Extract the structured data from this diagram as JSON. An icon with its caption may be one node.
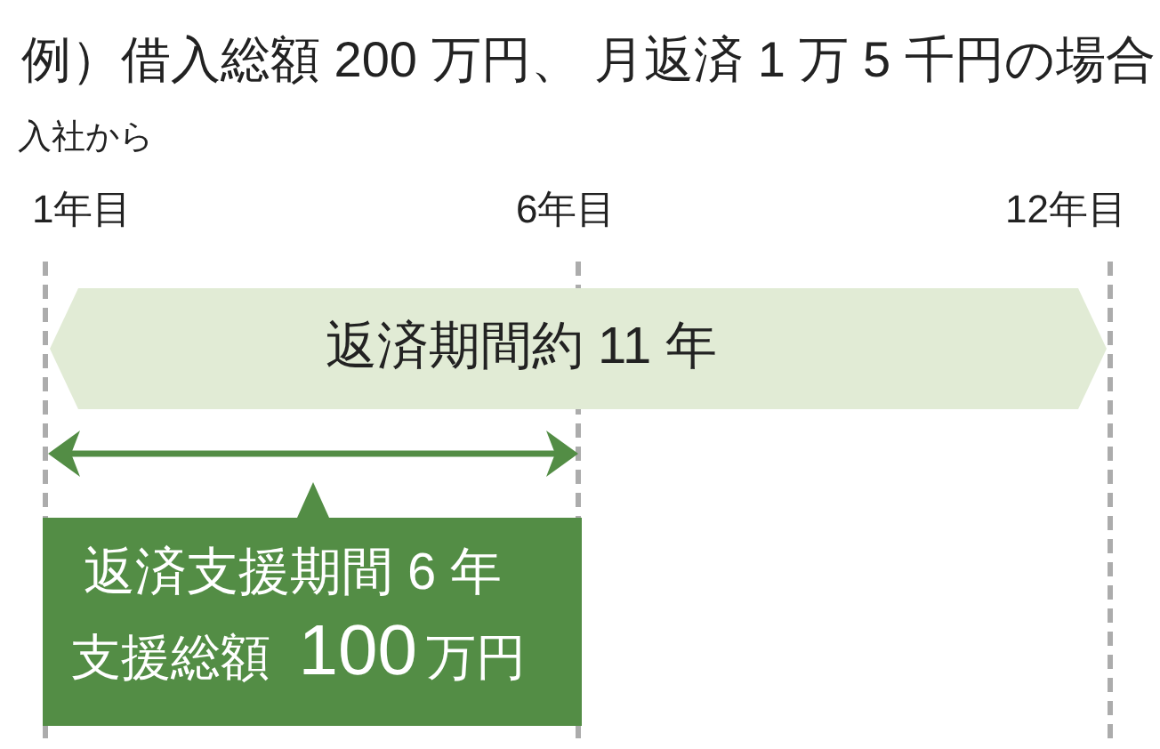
{
  "diagram": {
    "title": "例）借入総額 200 万円、 月返済 1 万 5 千円の場合",
    "nodes": [
      {
        "text": [
          "返済期間約 11 年"
        ]
      },
      {
        "text": [
          "返済支援期間 6 年",
          "支援総額 100万円"
        ]
      }
    ],
    "labels": [
      "入社から",
      "1年目",
      "6年目",
      "12年目"
    ]
  }
}
